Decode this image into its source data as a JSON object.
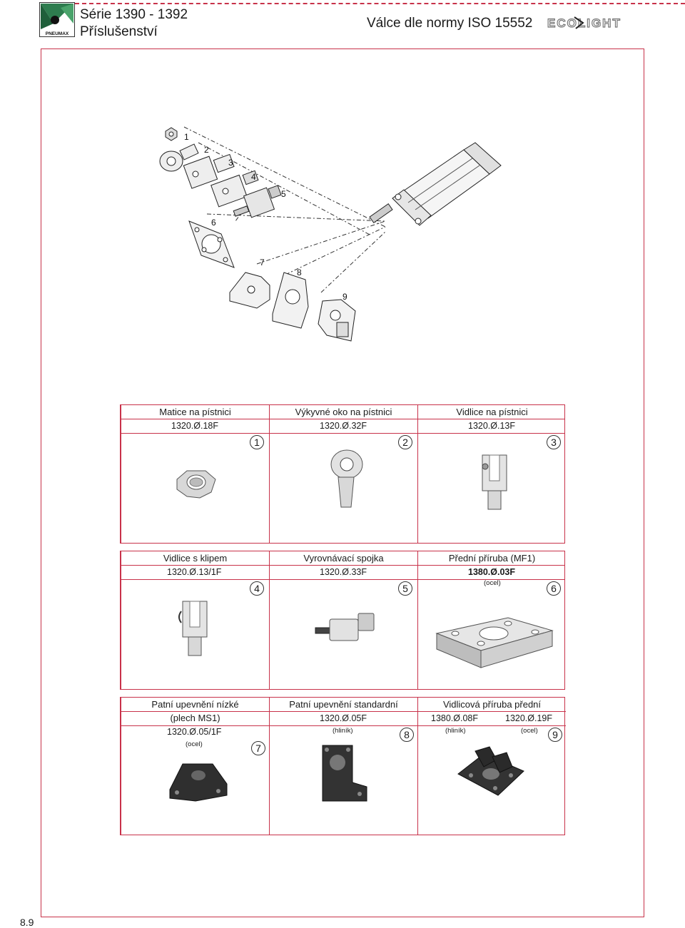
{
  "header": {
    "series": "Série 1390 - 1392",
    "section": "Příslušenství",
    "title": "Válce dle normy ISO 15552",
    "brand_logo_text": "ECOLIGHT",
    "company_logo_text": "PNEUMAX"
  },
  "diagram": {
    "callouts": [
      "1",
      "2",
      "3",
      "4",
      "5",
      "6",
      "7",
      "8",
      "9"
    ]
  },
  "products": [
    {
      "num": "1",
      "name": "Matice na pístnici",
      "code": "1320.Ø.18F",
      "icon": "hex-nut-icon"
    },
    {
      "num": "2",
      "name": "Výkyvné oko na pístnici",
      "code": "1320.Ø.32F",
      "icon": "rod-eye-icon"
    },
    {
      "num": "3",
      "name": "Vidlice na pístnici",
      "code": "1320.Ø.13F",
      "icon": "clevis-icon"
    },
    {
      "num": "4",
      "name": "Vidlice s klipem",
      "code": "1320.Ø.13/1F",
      "icon": "clip-clevis-icon"
    },
    {
      "num": "5",
      "name": "Vyrovnávací spojka",
      "code": "1320.Ø.33F",
      "icon": "self-aligning-coupling-icon"
    },
    {
      "num": "6",
      "name": "Přední příruba (MF1)",
      "code": "1380.Ø.03F",
      "material": "(ocel)",
      "icon": "front-flange-icon"
    },
    {
      "num": "7",
      "name": "Patní upevnění nízké",
      "name2": "(plech MS1)",
      "code": "1320.Ø.05/1F",
      "material": "(ocel)",
      "icon": "low-foot-mount-icon"
    },
    {
      "num": "8",
      "name": "Patní upevnění standardní",
      "code": "1320.Ø.05F",
      "material": "(hliník)",
      "icon": "standard-foot-mount-icon"
    },
    {
      "num": "9",
      "name": "Vidlicová příruba přední",
      "code": "1380.Ø.08F",
      "code2": "1320.Ø.19F",
      "material": "(hliník)",
      "material2": "(ocel)",
      "icon": "clevis-flange-icon"
    }
  ],
  "footer": {
    "page": "8.9"
  }
}
